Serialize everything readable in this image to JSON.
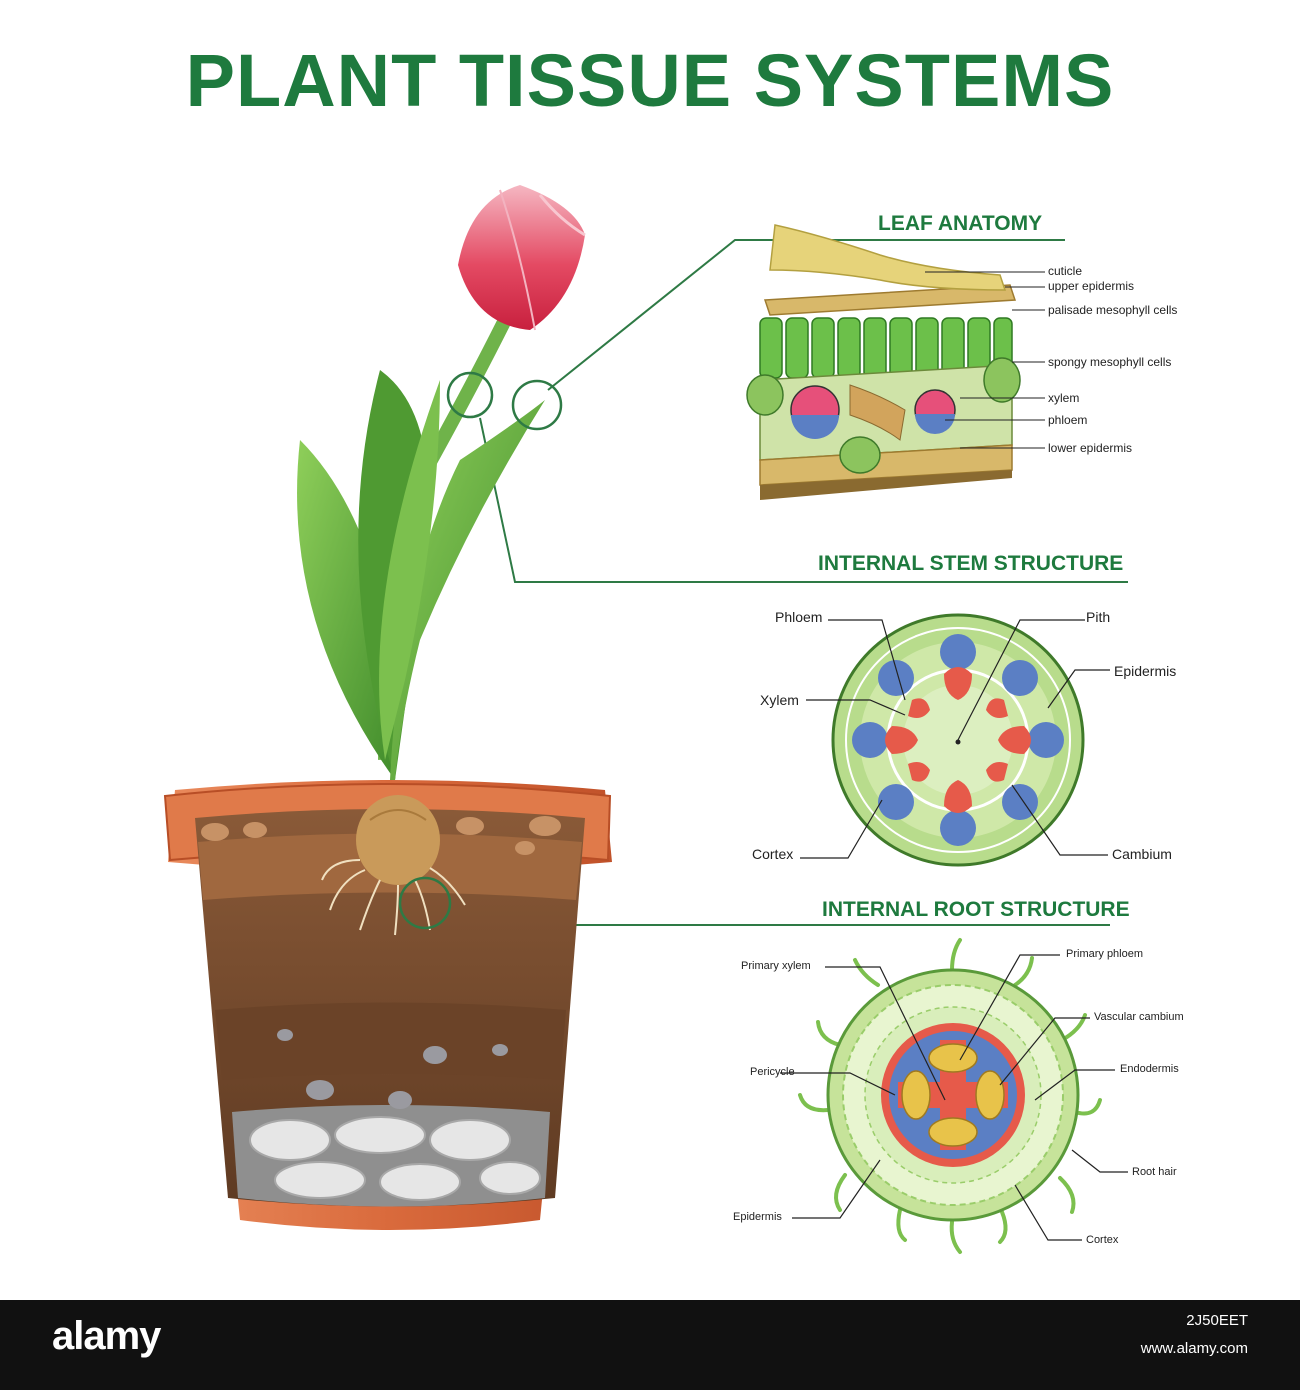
{
  "title": "PLANT TISSUE SYSTEMS",
  "sections": {
    "leaf": {
      "title": "LEAF ANATOMY",
      "labels": [
        "cuticle",
        "upper epidermis",
        "palisade mesophyll cells",
        "spongy mesophyll cells",
        "xylem",
        "phloem",
        "lower epidermis"
      ]
    },
    "stem": {
      "title": "INTERNAL STEM STRUCTURE",
      "labels": [
        "Phloem",
        "Pith",
        "Epidermis",
        "Xylem",
        "Cortex",
        "Cambium"
      ]
    },
    "root": {
      "title": "INTERNAL ROOT STRUCTURE",
      "labels": [
        "Primary xylem",
        "Primary phloem",
        "Vascular cambium",
        "Pericycle",
        "Endodermis",
        "Root hair",
        "Epidermis",
        "Cortex"
      ]
    }
  },
  "footer": {
    "logo": "alamy",
    "image_id": "2J50EET",
    "url": "www.alamy.com"
  },
  "colors": {
    "title_green": "#1e7a3e",
    "pot": "#d96a3c",
    "soil": "#7a4a2b",
    "flower": "#e44a63",
    "leaf": "#5aa83a",
    "phloem_blue": "#5b7fc4",
    "xylem_red": "#e65a4a",
    "pith_green": "#d9ecb9",
    "root_yellow": "#e8c34a"
  },
  "icons": [
    "tulip-flower",
    "clay-pot",
    "magnifier-circle"
  ]
}
